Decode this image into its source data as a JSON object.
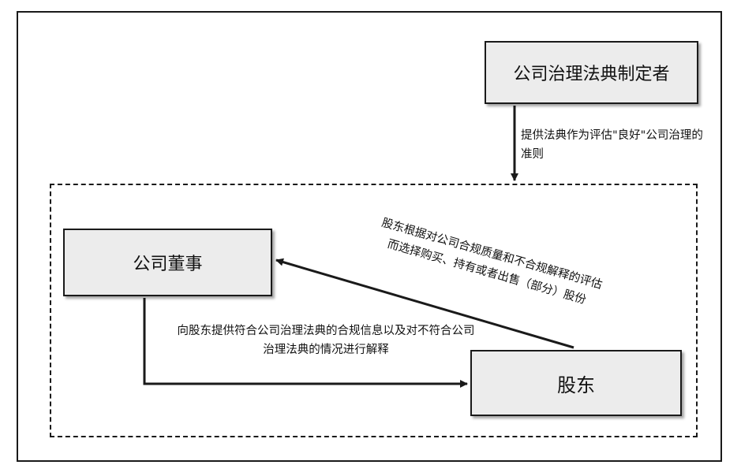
{
  "nodes": {
    "legislator": "公司治理法典制定者",
    "directors": "公司董事",
    "shareholders": "股东"
  },
  "edges": {
    "legislator_to_scope": "提供法典作为评估\"良好\"公司治理的准则",
    "directors_to_shareholders": "向股东提供符合公司治理法典的合规信息以及对不符合公司治理法典的情况进行解释",
    "shareholders_to_directors": "股东根据对公司合规质量和不合规解释的评估而选择购买、持有或者出售（部分）股份"
  }
}
